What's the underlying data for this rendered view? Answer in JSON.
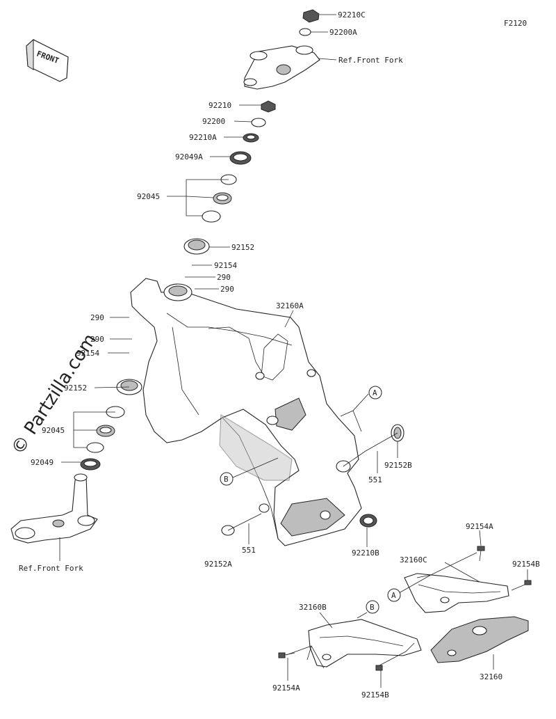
{
  "diagram_code": "F2120",
  "front_label": "FRONT",
  "watermark": "© Partzilla.com",
  "callouts": {
    "p92210C": "92210C",
    "p92200A": "92200A",
    "ref_front_fork_top": "Ref.Front Fork",
    "p92210": "92210",
    "p92200": "92200",
    "p92210A": "92210A",
    "p92049A": "92049A",
    "p92045_top": "92045",
    "p92152_top": "92152",
    "p92154_a": "92154",
    "p290_a": "290",
    "p290_b": "290",
    "p290_c": "290",
    "p290_d": "290",
    "p92154_b": "92154",
    "p32160A": "32160A",
    "p92152_left": "92152",
    "p92045_left": "92045",
    "p92049": "92049",
    "ref_front_fork_bottom": "Ref.Front Fork",
    "letter_a_main": "A",
    "letter_b_main": "B",
    "p92152B": "92152B",
    "p551_right": "551",
    "p551_bottom": "551",
    "p92152A": "92152A",
    "p92210B": "92210B",
    "p92154A_top": "92154A",
    "p32160C": "32160C",
    "p92154B_top": "92154B",
    "letter_a_sub": "A",
    "p32160B": "32160B",
    "letter_b_sub": "B",
    "p92154A_bottom": "92154A",
    "p92154B_bottom": "92154B",
    "p32160": "32160"
  }
}
